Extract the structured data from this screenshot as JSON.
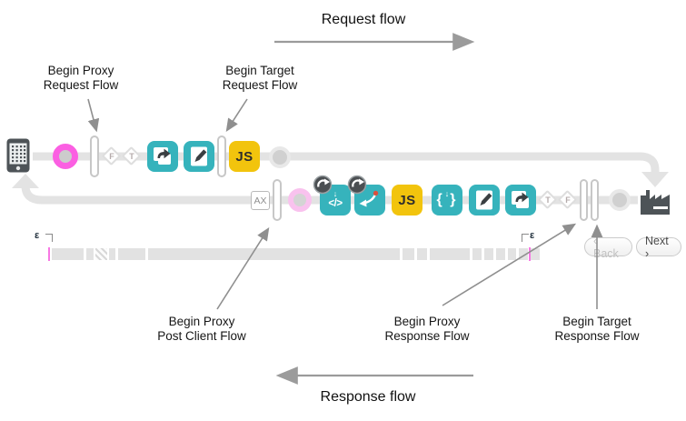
{
  "titles": {
    "request_flow": "Request flow",
    "response_flow": "Response flow"
  },
  "annotations": {
    "begin_proxy_request": "Begin Proxy\nRequest Flow",
    "begin_target_request": "Begin Target\nRequest Flow",
    "begin_proxy_post_client": "Begin Proxy\nPost Client Flow",
    "begin_proxy_response": "Begin Proxy\nResponse Flow",
    "begin_target_response": "Begin Target\nResponse Flow"
  },
  "request_row": {
    "diamond_1": "F",
    "diamond_2": "T",
    "js_label": "JS",
    "icons": [
      "mobile-client-icon",
      "proxy-endpoint-ring",
      "flow-begin-marker",
      "condition-diamond-F",
      "condition-diamond-T",
      "flow-callout-policy-icon",
      "edit-policy-icon",
      "flow-begin-marker",
      "javascript-policy-icon",
      "endpoint-circle"
    ]
  },
  "response_row": {
    "ax_label": "AX",
    "js_label": "JS",
    "diamond_1": "T",
    "diamond_2": "F",
    "code_text": "</>",
    "braces_text": "{ }",
    "down_arrow_1": "↓",
    "down_arrow_2": "↓",
    "icons": [
      "analytics-marker",
      "flow-begin-marker",
      "proxy-endpoint-ring",
      "code-policy-icon",
      "route-policy-icon",
      "javascript-policy-icon",
      "extract-variables-policy-icon",
      "edit-policy-icon",
      "flow-callout-policy-icon",
      "condition-diamond-T",
      "condition-diamond-F",
      "flow-begin-marker",
      "flow-begin-marker",
      "endpoint-circle",
      "backend-target-icon"
    ]
  },
  "timeline": {
    "epsilon_left": "ε",
    "epsilon_right": "ε",
    "back_label": "‹ Back",
    "next_label": "Next ›"
  },
  "colors": {
    "teal": "#36b3bc",
    "yellow": "#f2c40d",
    "magenta_ring": "#fb5fe2",
    "light_pink_ring": "#f9c2ee",
    "pipe_gray": "#e3e3e3",
    "dark_icon": "#4d5357",
    "red_dot": "#d9503e",
    "annotation_arrow": "#8f8f8f"
  }
}
